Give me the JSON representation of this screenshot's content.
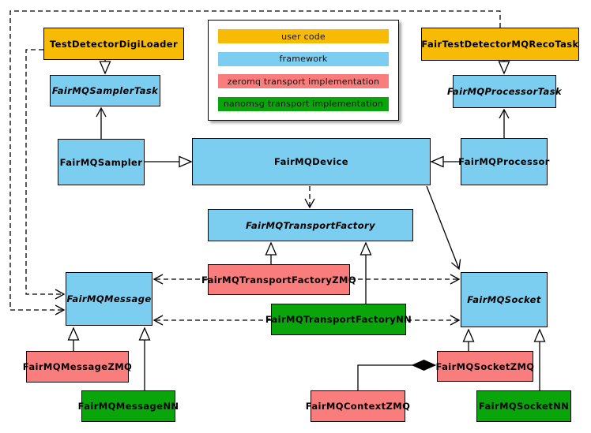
{
  "diagram": {
    "type": "uml-class-diagram",
    "nodes": {
      "digi_loader": {
        "label": "TestDetectorDigiLoader",
        "category": "user code",
        "abstract": false
      },
      "reco_task": {
        "label": "FairTestDetectorMQRecoTask",
        "category": "user code",
        "abstract": false
      },
      "sampler_task": {
        "label": "FairMQSamplerTask",
        "category": "framework",
        "abstract": true
      },
      "processor_task": {
        "label": "FairMQProcessorTask",
        "category": "framework",
        "abstract": true
      },
      "sampler": {
        "label": "FairMQSampler",
        "category": "framework",
        "abstract": false
      },
      "device": {
        "label": "FairMQDevice",
        "category": "framework",
        "abstract": false
      },
      "processor": {
        "label": "FairMQProcessor",
        "category": "framework",
        "abstract": false
      },
      "transport_factory": {
        "label": "FairMQTransportFactory",
        "category": "framework",
        "abstract": true
      },
      "tf_zmq": {
        "label": "FairMQTransportFactoryZMQ",
        "category": "zeromq transport implementation",
        "abstract": false
      },
      "tf_nn": {
        "label": "FairMQTransportFactoryNN",
        "category": "nanomsg transport implementation",
        "abstract": false
      },
      "message": {
        "label": "FairMQMessage",
        "category": "framework",
        "abstract": true
      },
      "message_zmq": {
        "label": "FairMQMessageZMQ",
        "category": "zeromq transport implementation",
        "abstract": false
      },
      "message_nn": {
        "label": "FairMQMessageNN",
        "category": "nanomsg transport implementation",
        "abstract": false
      },
      "socket": {
        "label": "FairMQSocket",
        "category": "framework",
        "abstract": true
      },
      "socket_zmq": {
        "label": "FairMQSocketZMQ",
        "category": "zeromq transport implementation",
        "abstract": false
      },
      "socket_nn": {
        "label": "FairMQSocketNN",
        "category": "nanomsg transport implementation",
        "abstract": false
      },
      "context_zmq": {
        "label": "FairMQContextZMQ",
        "category": "zeromq transport implementation",
        "abstract": false
      }
    },
    "legend": {
      "items": [
        {
          "label": "user code",
          "color": "#F7BA05"
        },
        {
          "label": "framework",
          "color": "#7CCEF0"
        },
        {
          "label": "zeromq transport implementation",
          "color": "#F97D7D"
        },
        {
          "label": "nanomsg transport implementation",
          "color": "#0AA50A"
        }
      ]
    },
    "relationships": [
      {
        "from": "TestDetectorDigiLoader",
        "to": "FairMQSamplerTask",
        "type": "inheritance"
      },
      {
        "from": "FairTestDetectorMQRecoTask",
        "to": "FairMQProcessorTask",
        "type": "inheritance"
      },
      {
        "from": "FairMQSampler",
        "to": "FairMQDevice",
        "type": "inheritance"
      },
      {
        "from": "FairMQProcessor",
        "to": "FairMQDevice",
        "type": "inheritance"
      },
      {
        "from": "FairMQTransportFactoryZMQ",
        "to": "FairMQTransportFactory",
        "type": "inheritance"
      },
      {
        "from": "FairMQTransportFactoryNN",
        "to": "FairMQTransportFactory",
        "type": "inheritance"
      },
      {
        "from": "FairMQMessageZMQ",
        "to": "FairMQMessage",
        "type": "inheritance"
      },
      {
        "from": "FairMQMessageNN",
        "to": "FairMQMessage",
        "type": "inheritance"
      },
      {
        "from": "FairMQSocketZMQ",
        "to": "FairMQSocket",
        "type": "inheritance"
      },
      {
        "from": "FairMQSocketNN",
        "to": "FairMQSocket",
        "type": "inheritance"
      },
      {
        "from": "FairMQSampler",
        "to": "FairMQSamplerTask",
        "type": "association"
      },
      {
        "from": "FairMQProcessor",
        "to": "FairMQProcessorTask",
        "type": "association"
      },
      {
        "from": "FairMQDevice",
        "to": "FairMQSocket",
        "type": "association"
      },
      {
        "from": "FairMQDevice",
        "to": "FairMQTransportFactory",
        "type": "dependency"
      },
      {
        "from": "FairMQTransportFactoryZMQ",
        "to": "FairMQMessage",
        "type": "dependency"
      },
      {
        "from": "FairMQTransportFactoryZMQ",
        "to": "FairMQSocket",
        "type": "dependency"
      },
      {
        "from": "FairMQTransportFactoryNN",
        "to": "FairMQMessage",
        "type": "dependency"
      },
      {
        "from": "FairMQTransportFactoryNN",
        "to": "FairMQSocket",
        "type": "dependency"
      },
      {
        "from": "TestDetectorDigiLoader",
        "to": "FairMQMessage",
        "type": "dependency"
      },
      {
        "from": "FairTestDetectorMQRecoTask",
        "to": "FairMQMessage",
        "type": "dependency"
      },
      {
        "from": "FairMQContextZMQ",
        "to": "FairMQSocketZMQ",
        "type": "composition"
      }
    ]
  }
}
